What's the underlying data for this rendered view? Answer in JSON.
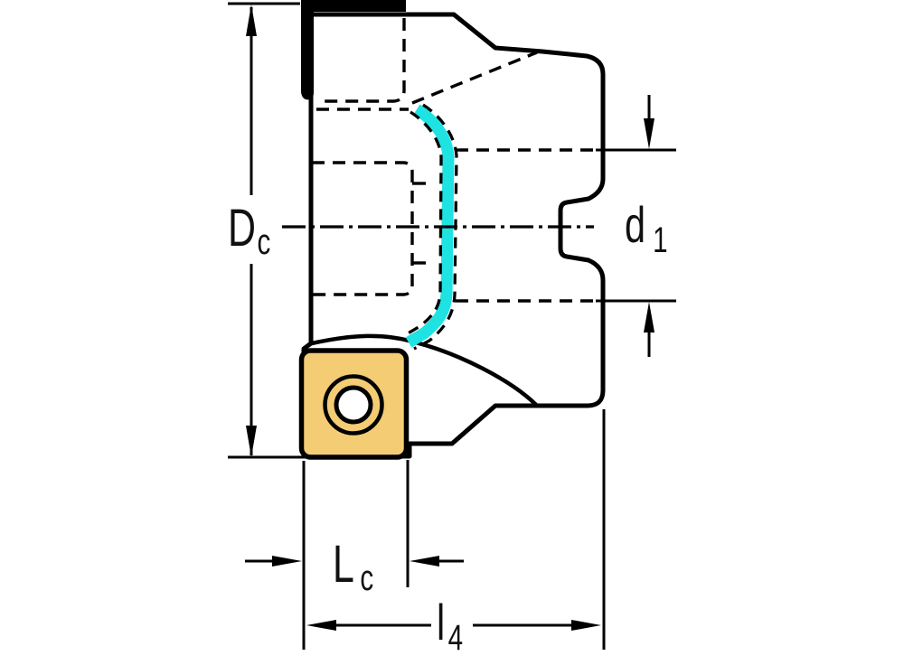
{
  "drawing": {
    "kind": "milling-cutter-dimension-drawing",
    "labels": {
      "dc": {
        "main": "D",
        "sub": "c"
      },
      "d1": {
        "main": "d",
        "sub": "1"
      },
      "lc": {
        "main": "L",
        "sub": "c"
      },
      "l4": {
        "main": "l",
        "sub": "4"
      }
    },
    "colors": {
      "background": "#ffffff",
      "body_fill": "#c9c9c9",
      "outline": "#000000",
      "flute_highlight": "#1fe3e3",
      "insert_fill": "#f4cc74",
      "insert_bore": "#ffffff",
      "cap": "#000000"
    }
  }
}
